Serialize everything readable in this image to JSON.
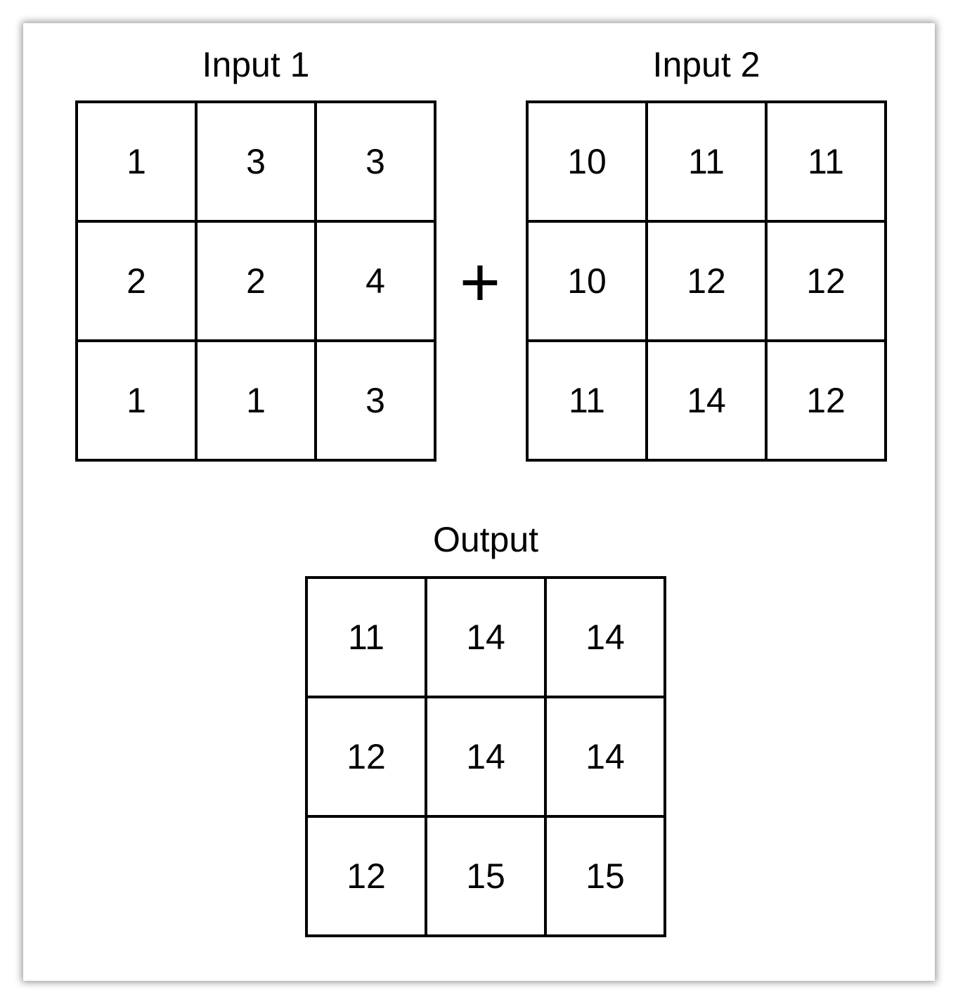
{
  "figure": {
    "input1": {
      "title": "Input 1",
      "rows": [
        [
          "1",
          "3",
          "3"
        ],
        [
          "2",
          "2",
          "4"
        ],
        [
          "1",
          "1",
          "3"
        ]
      ]
    },
    "operator": "+",
    "input2": {
      "title": "Input 2",
      "rows": [
        [
          "10",
          "11",
          "11"
        ],
        [
          "10",
          "12",
          "12"
        ],
        [
          "11",
          "14",
          "12"
        ]
      ]
    },
    "output": {
      "title": "Output",
      "rows": [
        [
          "11",
          "14",
          "14"
        ],
        [
          "12",
          "14",
          "14"
        ],
        [
          "12",
          "15",
          "15"
        ]
      ]
    }
  },
  "colors": {
    "line": "#000000",
    "text": "#000000",
    "background": "#ffffff",
    "page_shadow": "#aaaaaa"
  }
}
